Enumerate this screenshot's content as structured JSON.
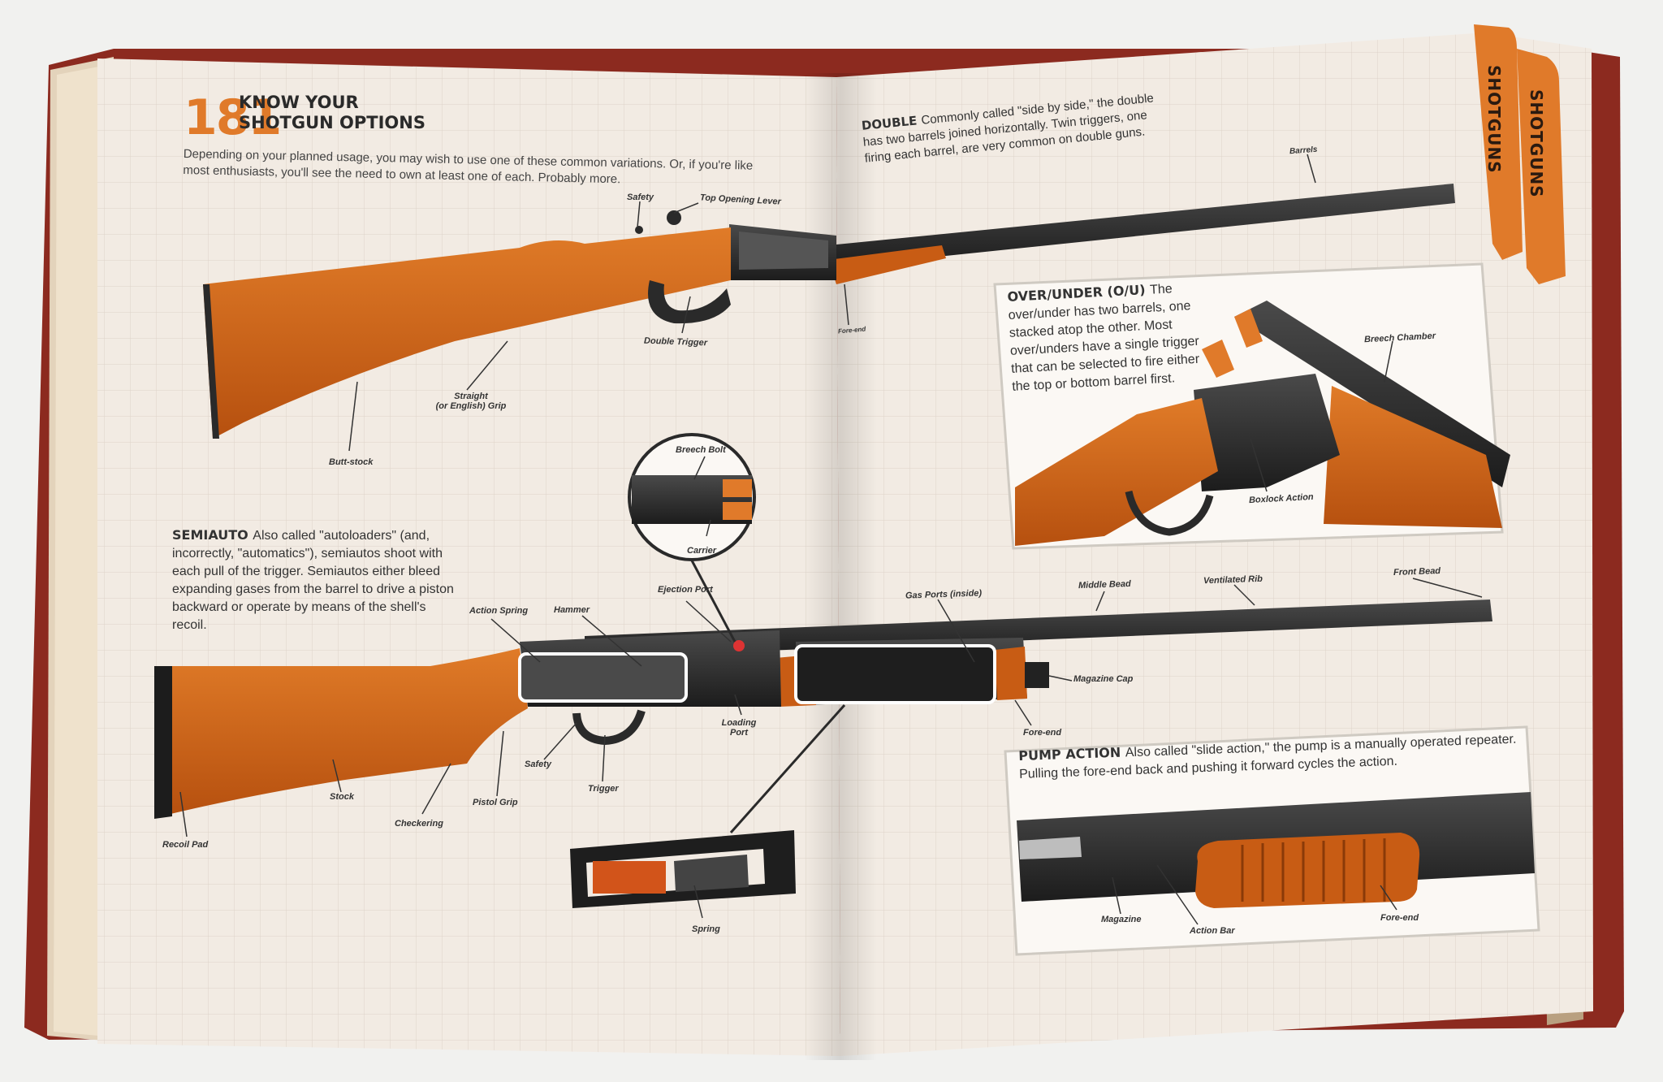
{
  "colors": {
    "accent": "#e07a2a",
    "wood": "#c85c14",
    "metal": "#2a2a2a",
    "page": "#f2ebe3",
    "grid": "#ddd3c8"
  },
  "chapter": {
    "number": "181",
    "title_line1": "KNOW YOUR",
    "title_line2": "SHOTGUN OPTIONS",
    "intro": "Depending on your planned usage, you may wish to use one of these common variations. Or, if you're like most enthusiasts, you'll see the need to own at least one of each. Probably more."
  },
  "tabs": {
    "tab1": "SHOTGUNS",
    "tab2": "SHOTGUNS"
  },
  "sections": {
    "double": {
      "heading": "DOUBLE",
      "body": "Commonly called \"side by side,\" the double has two barrels joined horizontally. Twin triggers, one firing each barrel, are very common on double guns."
    },
    "semiauto": {
      "heading": "SEMIAUTO",
      "body": "Also called \"autoloaders\" (and, incorrectly, \"automatics\"), semiautos shoot with each pull of the trigger. Semiautos either bleed expanding gases from the barrel to drive a piston backward or operate by means of the shell's recoil."
    },
    "over_under": {
      "heading": "OVER/UNDER (O/U)",
      "body": "The over/under has two barrels, one stacked atop the other. Most over/unders have a single trigger that can be selected to fire either the top or bottom barrel first."
    },
    "pump": {
      "heading": "PUMP ACTION",
      "body": "Also called \"slide action,\" the pump is a manually operated repeater. Pulling the fore-end back and pushing it forward cycles the action."
    }
  },
  "labels": {
    "double": {
      "safety": "Safety",
      "top_lever": "Top Opening Lever",
      "double_trigger": "Double Trigger",
      "straight_grip_1": "Straight",
      "straight_grip_2": "(or English) Grip",
      "butt_stock": "Butt-stock",
      "forend": "Fore-end",
      "barrels": "Barrels"
    },
    "ou": {
      "breech_chamber": "Breech Chamber",
      "boxlock": "Boxlock Action"
    },
    "semi": {
      "breech_bolt": "Breech Bolt",
      "carrier": "Carrier",
      "ejection_port": "Ejection Port",
      "action_spring": "Action Spring",
      "hammer": "Hammer",
      "gas_ports": "Gas Ports (inside)",
      "middle_bead": "Middle Bead",
      "vent_rib": "Ventilated Rib",
      "front_bead": "Front Bead",
      "magazine_cap": "Magazine Cap",
      "fore_end": "Fore-end",
      "loading_port_1": "Loading",
      "loading_port_2": "Port",
      "safety": "Safety",
      "trigger": "Trigger",
      "pistol_grip": "Pistol Grip",
      "stock": "Stock",
      "checkering": "Checkering",
      "recoil_pad": "Recoil Pad",
      "spring": "Spring"
    },
    "pump": {
      "magazine": "Magazine",
      "action_bar": "Action Bar",
      "fore_end": "Fore-end"
    }
  }
}
